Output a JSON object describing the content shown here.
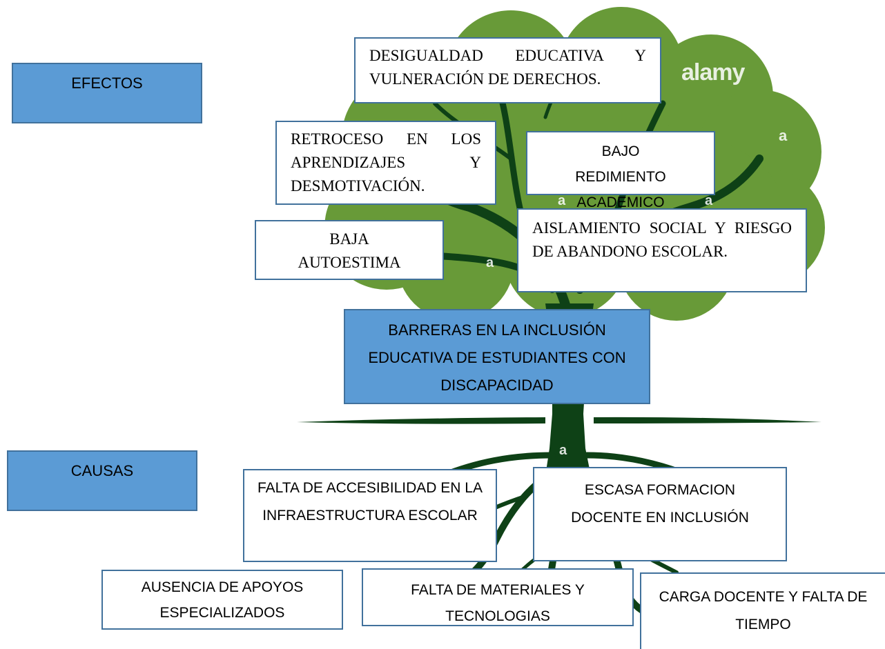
{
  "labels": {
    "efectos": "EFECTOS",
    "causas": "CAUSAS"
  },
  "problem": "BARRERAS EN LA INCLUSIÓN EDUCATIVA DE ESTUDIANTES CON DISCAPACIDAD",
  "effects": {
    "desigualdad": "DESIGUALDAD EDUCATIVA Y VULNERACIÓN DE DERECHOS.",
    "retroceso": "RETROCESO EN LOS APRENDIZAJES Y DESMOTIVACIÓN.",
    "bajo_rendimiento": "BAJO REDIMIENTO ACADEMICO",
    "baja_autoestima": "BAJA AUTOESTIMA",
    "aislamiento": "AISLAMIENTO SOCIAL Y RIESGO DE ABANDONO ESCOLAR."
  },
  "causes": {
    "accesibilidad": "FALTA DE ACCESIBILIDAD EN LA INFRAESTRUCTURA ESCOLAR",
    "formacion": "ESCASA FORMACION DOCENTE EN INCLUSIÓN",
    "apoyos": "AUSENCIA DE APOYOS ESPECIALIZADOS",
    "materiales": "FALTA DE MATERIALES Y TECNOLOGIAS",
    "carga": "CARGA DOCENTE Y FALTA DE TIEMPO"
  },
  "watermark": {
    "brand": "alamy",
    "mark": "a"
  },
  "colors": {
    "canopy": "#689a38",
    "trunk": "#0e4116",
    "box_fill_blue": "#5b9bd5",
    "box_border": "#41719c"
  }
}
